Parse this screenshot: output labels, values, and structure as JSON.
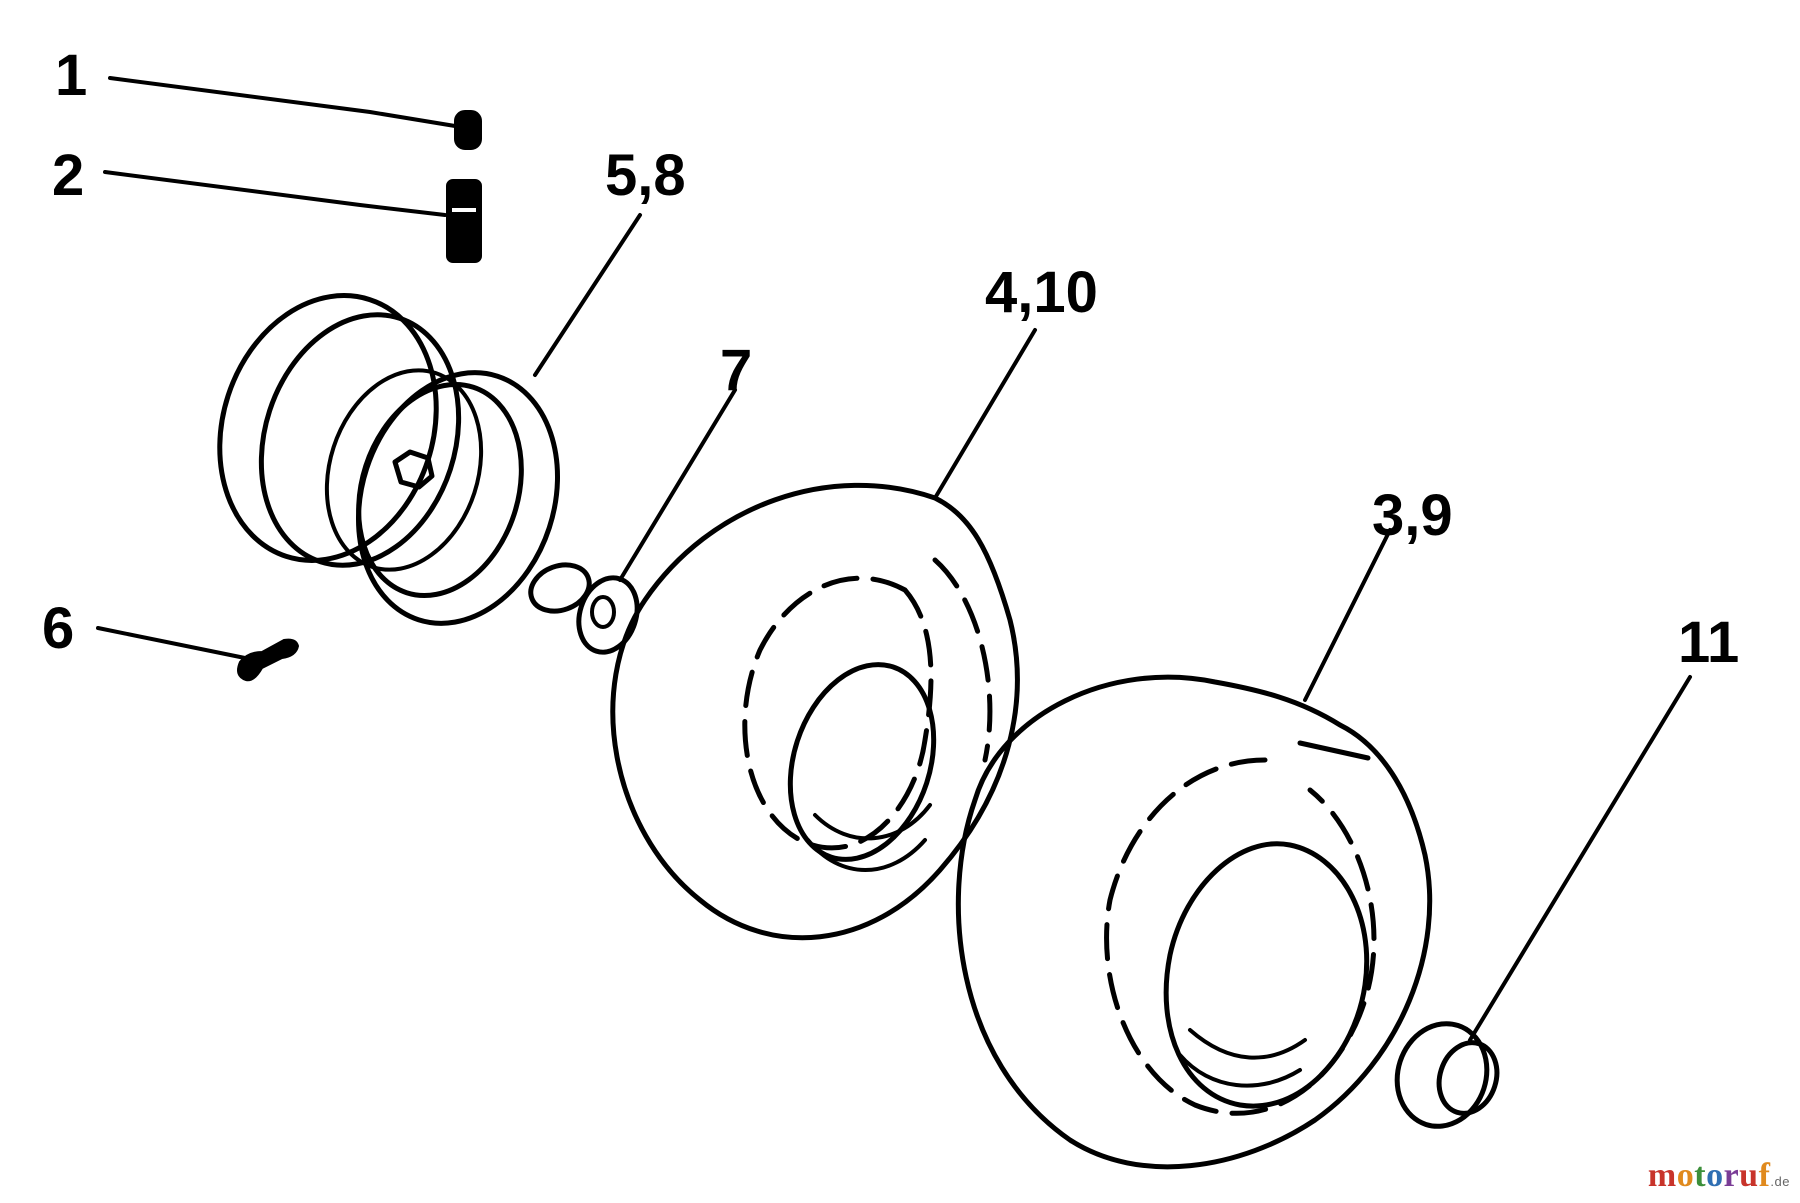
{
  "callouts": {
    "c1": "1",
    "c2": "2",
    "c58": "5,8",
    "c410": "4,10",
    "c7": "7",
    "c39": "3,9",
    "c6": "6",
    "c11": "11"
  },
  "watermark": {
    "letters": [
      "m",
      "o",
      "t",
      "o",
      "r",
      "u",
      "f"
    ],
    "colors": [
      "#c8342b",
      "#e08a1e",
      "#3c8f3a",
      "#2f6fb3",
      "#7a3c96",
      "#c8342b",
      "#e08a1e"
    ],
    "suffix": ".de"
  }
}
